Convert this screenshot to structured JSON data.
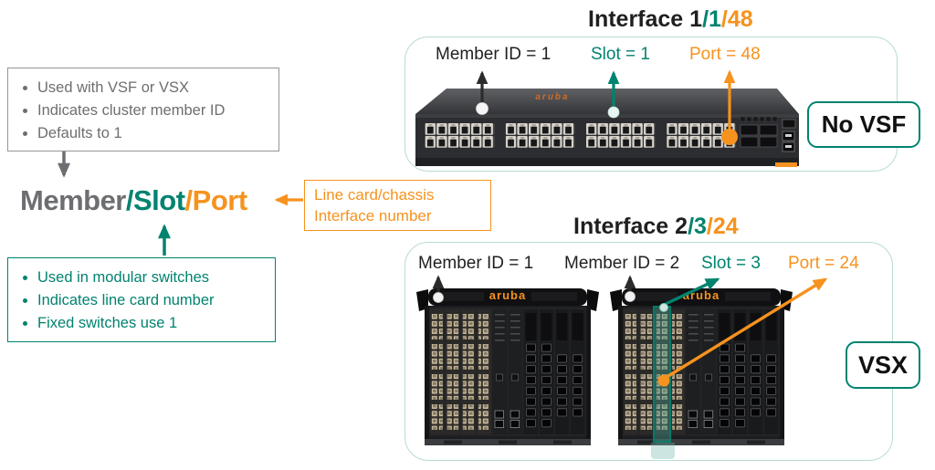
{
  "colors": {
    "gray": "#6d6e71",
    "teal": "#00836F",
    "orange": "#F6921E",
    "heading_black": "#1f1f1f",
    "panel_border": "#b8dccf"
  },
  "logos": {
    "aruba": "aruba"
  },
  "member_box": {
    "items": [
      "Used with VSF or VSX",
      "Indicates cluster member ID",
      "Defaults to 1"
    ]
  },
  "slot_box": {
    "items": [
      "Used in modular switches",
      "Indicates line card number",
      "Fixed switches use 1"
    ]
  },
  "port_box": {
    "line1": "Line card/chassis",
    "line2": "Interface number"
  },
  "interface_label": {
    "member": "Member",
    "slot": "/Slot",
    "port": "/Port"
  },
  "no_vsf_panel": {
    "heading": {
      "base": "Interface 1",
      "slot": "/1",
      "port": "/48"
    },
    "member_label": "Member ID = 1",
    "slot_label": "Slot = 1",
    "port_label": "Port = 48",
    "badge": "No VSF"
  },
  "vsx_panel": {
    "heading": {
      "base": "Interface 2",
      "slot": "/3",
      "port": "/24"
    },
    "member1_label": "Member ID = 1",
    "member2_label": "Member ID = 2",
    "slot_label": "Slot = 3",
    "port_label": "Port = 24",
    "badge": "VSX"
  }
}
